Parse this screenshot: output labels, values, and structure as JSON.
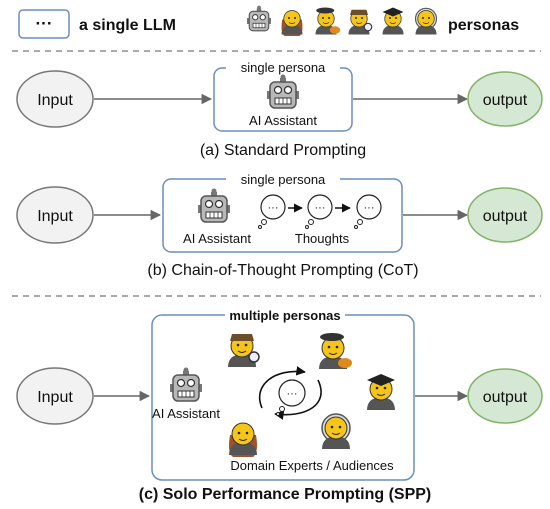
{
  "legend": {
    "ellipsis": "···",
    "llm_label": "a single LLM",
    "personas_label": "personas"
  },
  "common": {
    "input": "Input",
    "output": "output",
    "ai_assistant": "AI Assistant",
    "thought_dots": "···"
  },
  "panel_a": {
    "box_title": "single persona",
    "caption": "(a) Standard Prompting"
  },
  "panel_b": {
    "box_title": "single persona",
    "thoughts_label": "Thoughts",
    "caption": "(b) Chain-of-Thought Prompting (CoT)"
  },
  "panel_c": {
    "box_title": "multiple personas",
    "experts_label": "Domain Experts / Audiences",
    "caption": "(c) Solo Performance Prompting (SPP)"
  },
  "colors": {
    "box_border": "#6c8ebf",
    "input_fill": "#f2f2f2",
    "input_stroke": "#777777",
    "output_fill": "#d5e8d4",
    "output_stroke": "#82b366",
    "arrow": "#666666",
    "separator": "#777777"
  }
}
